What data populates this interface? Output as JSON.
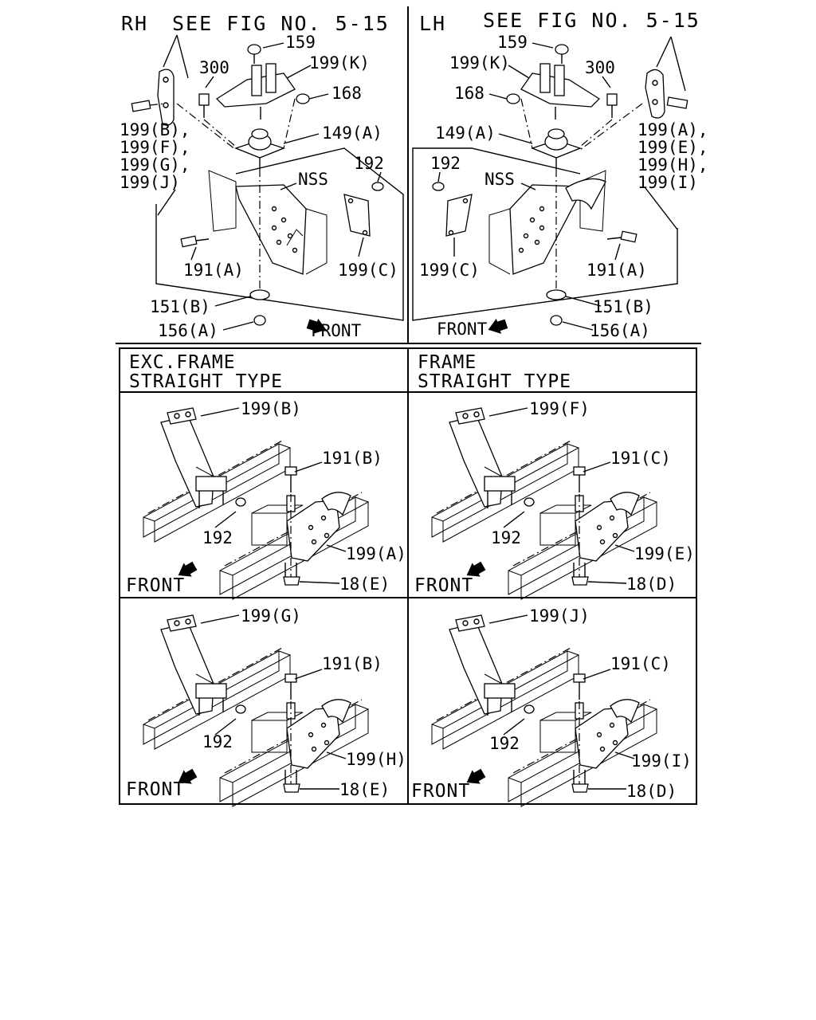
{
  "top": {
    "rh": {
      "side": "RH",
      "see_fig": "SEE FIG NO. 5-15"
    },
    "lh": {
      "side": "LH",
      "see_fig": "SEE FIG NO. 5-15"
    },
    "labels": {
      "p159": "159",
      "p199k": "199(K)",
      "p300": "300",
      "p168": "168",
      "p149a": "149(A)",
      "nss": "NSS",
      "p192": "192",
      "p191a": "191(A)",
      "p199c": "199(C)",
      "p151b": "151(B)",
      "p156a": "156(A)",
      "front": "FRONT",
      "rh_group": [
        "199(B),",
        "199(F),",
        "199(G),",
        "199(J)"
      ],
      "lh_group": [
        "199(A),",
        "199(E),",
        "199(H),",
        "199(I)"
      ]
    }
  },
  "panels": {
    "exc": {
      "title_line1": "EXC.FRAME",
      "title_line2": "STRAIGHT TYPE"
    },
    "std": {
      "title_line1": "FRAME",
      "title_line2": "STRAIGHT TYPE"
    },
    "p1": {
      "bracket": "199(B)",
      "bolt": "191(B)",
      "nut": "192",
      "mount": "199(A)",
      "foot": "18(E)",
      "front": "FRONT"
    },
    "p2": {
      "bracket": "199(F)",
      "bolt": "191(C)",
      "nut": "192",
      "mount": "199(E)",
      "foot": "18(D)",
      "front": "FRONT"
    },
    "p3": {
      "bracket": "199(G)",
      "bolt": "191(B)",
      "nut": "192",
      "mount": "199(H)",
      "foot": "18(E)",
      "front": "FRONT"
    },
    "p4": {
      "bracket": "199(J)",
      "bolt": "191(C)",
      "nut": "192",
      "mount": "199(I)",
      "foot": "18(D)",
      "front": "FRONT"
    }
  }
}
